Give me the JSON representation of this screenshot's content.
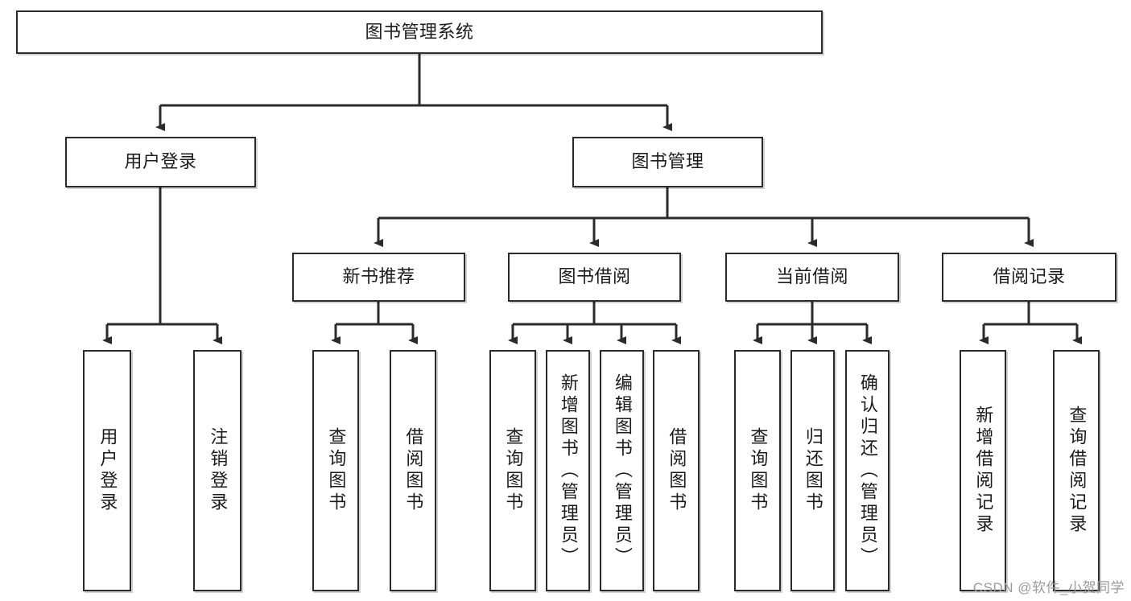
{
  "diagram": {
    "title": "图书管理系统",
    "type": "hierarchy-tree",
    "root": {
      "id": "root",
      "label": "图书管理系统",
      "orientation": "horizontal"
    },
    "level2": [
      {
        "id": "user-login",
        "label": "用户登录",
        "orientation": "horizontal"
      },
      {
        "id": "book-management",
        "label": "图书管理",
        "orientation": "horizontal"
      }
    ],
    "level3": [
      {
        "id": "new-book-recommend",
        "label": "新书推荐",
        "orientation": "horizontal",
        "parent": "book-management"
      },
      {
        "id": "book-borrow",
        "label": "图书借阅",
        "orientation": "horizontal",
        "parent": "book-management"
      },
      {
        "id": "current-borrow",
        "label": "当前借阅",
        "orientation": "horizontal",
        "parent": "book-management"
      },
      {
        "id": "borrow-record",
        "label": "借阅记录",
        "orientation": "horizontal",
        "parent": "book-management"
      }
    ],
    "leaves": [
      {
        "id": "leaf-user-login",
        "label": "用户登录",
        "parent": "user-login"
      },
      {
        "id": "leaf-logout-login",
        "label": "注销登录",
        "parent": "user-login"
      },
      {
        "id": "leaf-query-book-1",
        "label": "查询图书",
        "parent": "new-book-recommend"
      },
      {
        "id": "leaf-borrow-book-1",
        "label": "借阅图书",
        "parent": "new-book-recommend"
      },
      {
        "id": "leaf-query-book-2",
        "label": "查询图书",
        "parent": "book-borrow"
      },
      {
        "id": "leaf-add-book",
        "label": "新增图书（管理员）",
        "parent": "book-borrow"
      },
      {
        "id": "leaf-edit-book",
        "label": "编辑图书（管理员）",
        "parent": "book-borrow"
      },
      {
        "id": "leaf-borrow-book-2",
        "label": "借阅图书",
        "parent": "book-borrow"
      },
      {
        "id": "leaf-query-book-3",
        "label": "查询图书",
        "parent": "current-borrow"
      },
      {
        "id": "leaf-return-book",
        "label": "归还图书",
        "parent": "current-borrow"
      },
      {
        "id": "leaf-confirm-return",
        "label": "确认归还（管理员）",
        "parent": "current-borrow"
      },
      {
        "id": "leaf-add-record",
        "label": "新增借阅记录",
        "parent": "borrow-record"
      },
      {
        "id": "leaf-query-record",
        "label": "查询借阅记录",
        "parent": "borrow-record"
      }
    ]
  },
  "watermark": {
    "text": "CSDN @软件_小贺同学"
  },
  "colors": {
    "stroke": "#2b2b2b",
    "box_fill": "#ffffff",
    "text": "#1b1b1b",
    "watermark": "#9a9a9a",
    "background": "#ffffff"
  }
}
